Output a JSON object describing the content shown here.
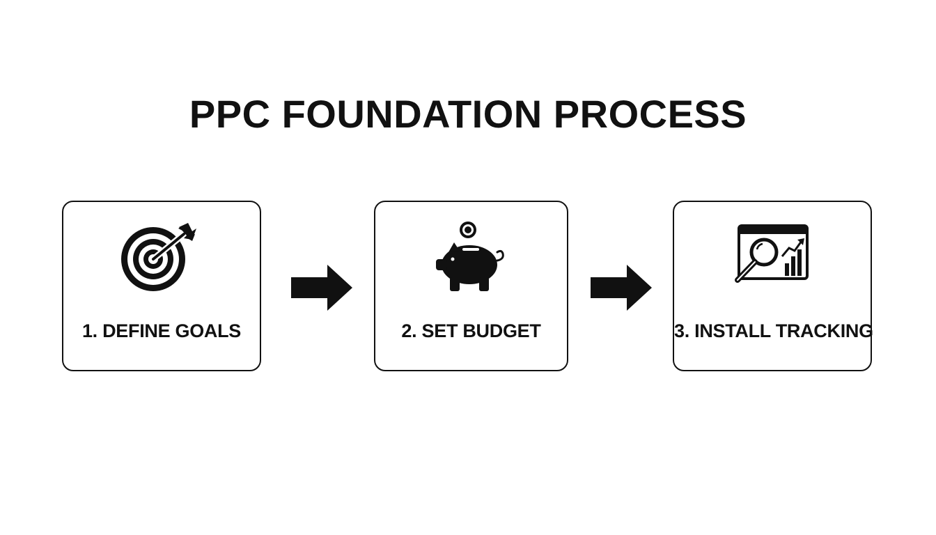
{
  "title": "PPC FOUNDATION PROCESS",
  "colors": {
    "ink": "#111111",
    "background": "#ffffff"
  },
  "steps": [
    {
      "label": "1. DEFINE GOALS",
      "icon": "target-arrow-icon"
    },
    {
      "label": "2. SET BUDGET",
      "icon": "piggy-bank-icon"
    },
    {
      "label": "3. INSTALL TRACKING",
      "icon": "analytics-magnifier-icon"
    }
  ],
  "connectors": [
    {
      "icon": "right-arrow-icon"
    },
    {
      "icon": "right-arrow-icon"
    }
  ]
}
